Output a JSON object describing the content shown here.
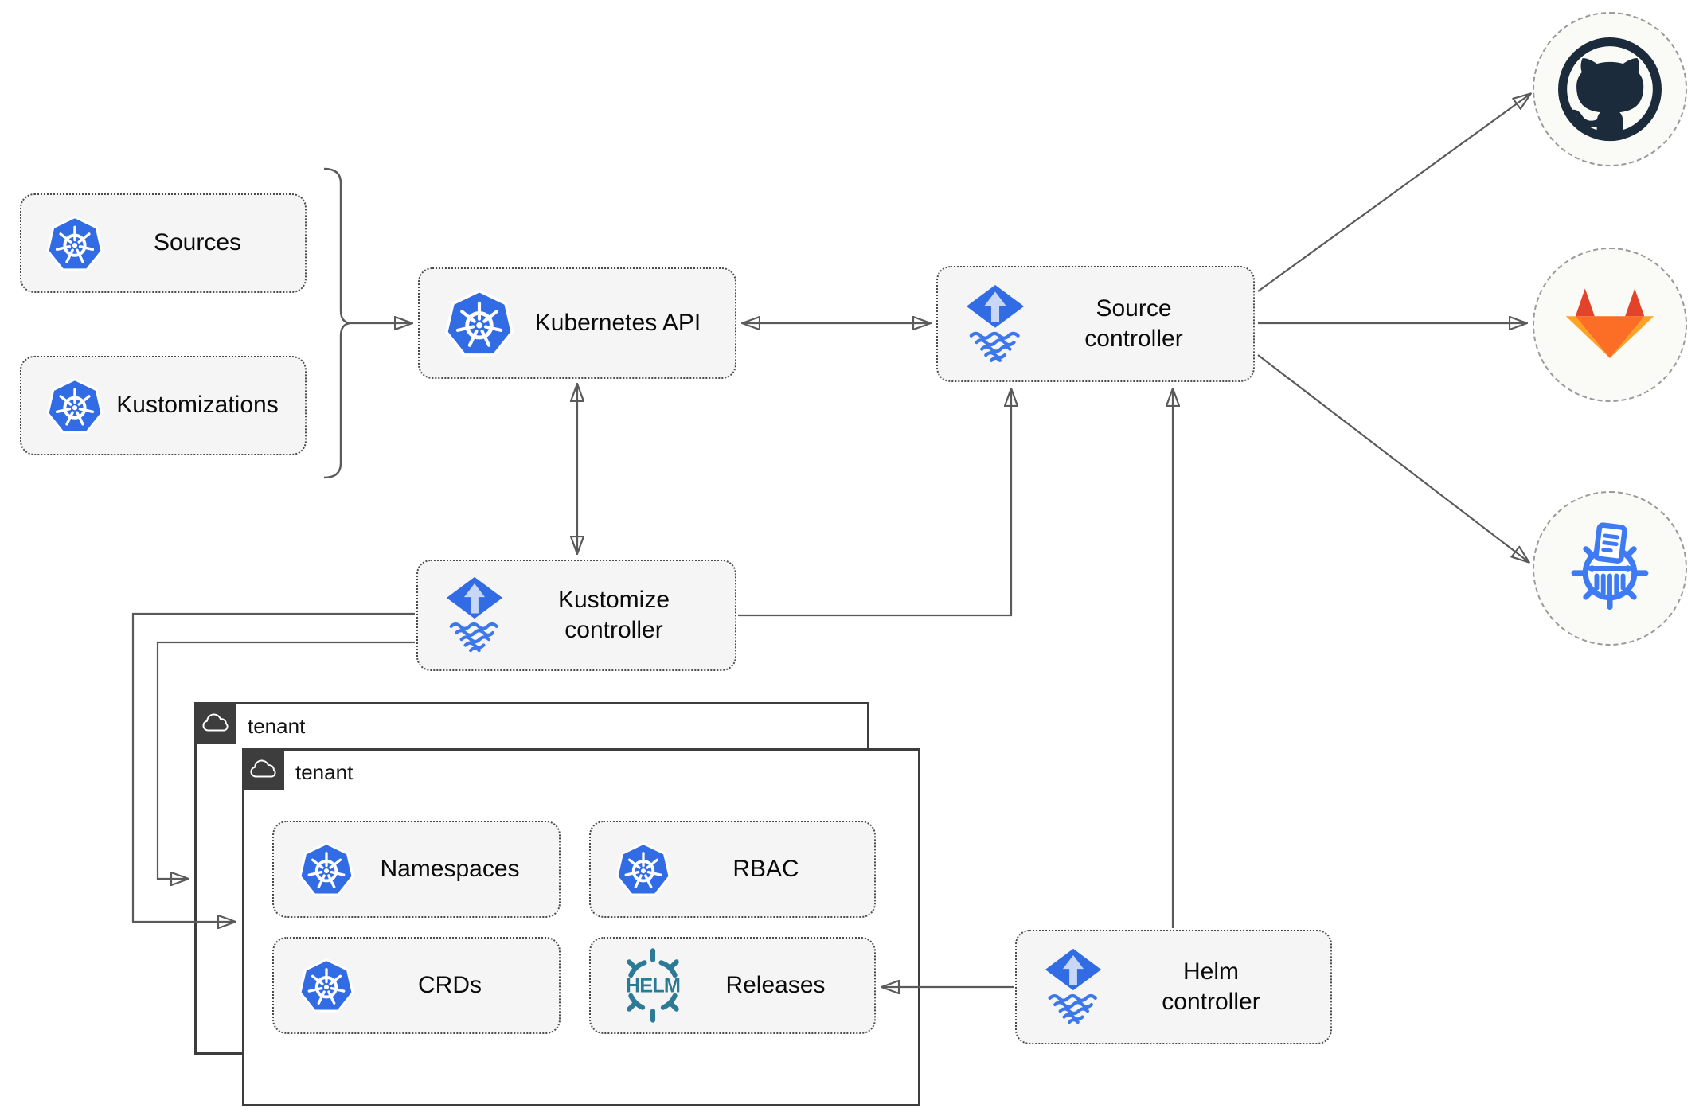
{
  "nodes": {
    "sources": "Sources",
    "kustomizations": "Kustomizations",
    "kubernetes_api": "Kubernetes API",
    "source_controller": "Source\ncontroller",
    "kustomize_controller": "Kustomize\ncontroller",
    "helm_controller": "Helm\ncontroller",
    "namespaces": "Namespaces",
    "rbac": "RBAC",
    "crds": "CRDs",
    "releases": "Releases"
  },
  "groups": {
    "back_label": "tenant",
    "front_label": "tenant"
  },
  "icons": {
    "kubernetes": "kubernetes-logo",
    "flux": "flux-logo",
    "helm_logo_text": "HELM",
    "github": "github-logo",
    "gitlab": "gitlab-logo",
    "helm_repository": "helm-repository-logo",
    "cloud": "cloud-icon"
  },
  "colors": {
    "kubernetes_blue": "#326CE5",
    "flux_blue": "#316CE4",
    "flux_arrow_light": "#C8D7F5",
    "helm_teal": "#2C7A96",
    "github_dark": "#1B2B3C",
    "gitlab_red": "#E24329",
    "gitlab_orange": "#FC6D26",
    "gitlab_light_orange": "#FCA326",
    "registry_blue": "#3E7BF2",
    "arrow_gray": "#5A5A5A",
    "node_fill": "#F5F5F5",
    "tenant_border": "#3D3D3D"
  }
}
